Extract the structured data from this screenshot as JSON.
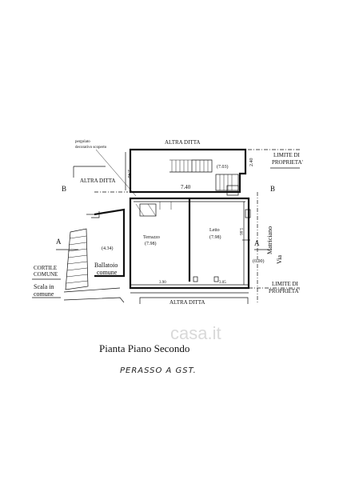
{
  "plan": {
    "title": "Pianta Piano Secondo",
    "handwritten_note": "PERASSO A GST.",
    "watermark": "casa.it",
    "labels": {
      "altra_ditta_top": "ALTRA DITTA",
      "altra_ditta_left": "ALTRA DITTA",
      "altra_ditta_bottom": "ALTRA DITTA",
      "limite_top_1": "LIMITE DI",
      "limite_top_2": "PROPRIETA'",
      "limite_bottom_1": "LIMITE DI",
      "limite_bottom_2": "PROPRIETA'",
      "pergolato_1": "pergolato",
      "pergolato_2": "decorativo scoperto",
      "terrazzo": "Terrazzo",
      "terrazzo_h": "(7.98)",
      "letto": "Letto",
      "letto_h": "(7.98)",
      "ballatoio_h": "(4.34)",
      "ballatoio_1": "Ballatoio",
      "ballatoio_2": "comune",
      "cortile_1": "CORTILE",
      "cortile_2": "COMUNE",
      "scala_1": "Scala in",
      "scala_2": "comune",
      "via_1": "Via",
      "via_2": "Matriciano",
      "h_703": "(7.03)",
      "h_000": "(0.00)",
      "dim_740": "7.40",
      "dim_390": "3.90",
      "dim_305": "3.05",
      "dim_566": "5.66",
      "dim_240a": "2.40",
      "dim_240b": "2.40",
      "section_b_left": "B",
      "section_b_right": "B",
      "section_a_left": "A",
      "section_a_right": "A"
    }
  }
}
